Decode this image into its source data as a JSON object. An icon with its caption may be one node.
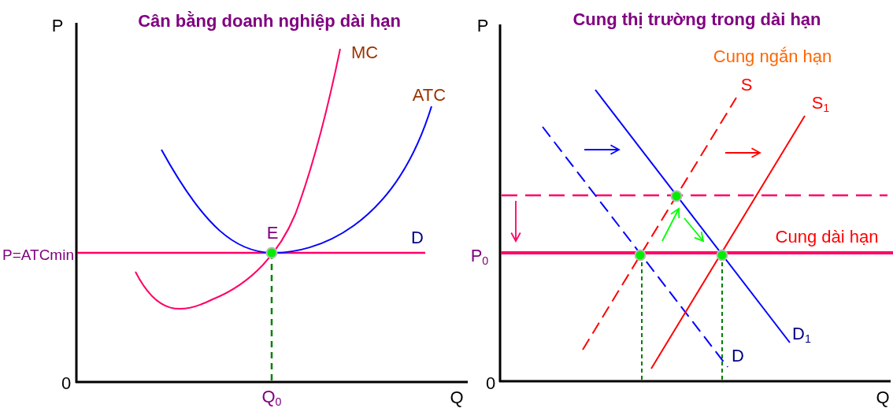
{
  "diagram": {
    "labels": [
      "P",
      "Cân bằng doanh nghiệp dài hạn",
      "P",
      "Cung thị trường trong dài hạn",
      "MC",
      "Cung ngắn hạn",
      "ATC",
      "S",
      "S$_{1}$",
      "E",
      "D",
      "Cung dài hạn",
      "P=ATCmin",
      "P$_{0}$",
      "D$_{1}$",
      "D",
      "0",
      "Q$_{0}$",
      "Q",
      "0",
      "Q"
    ]
  }
}
